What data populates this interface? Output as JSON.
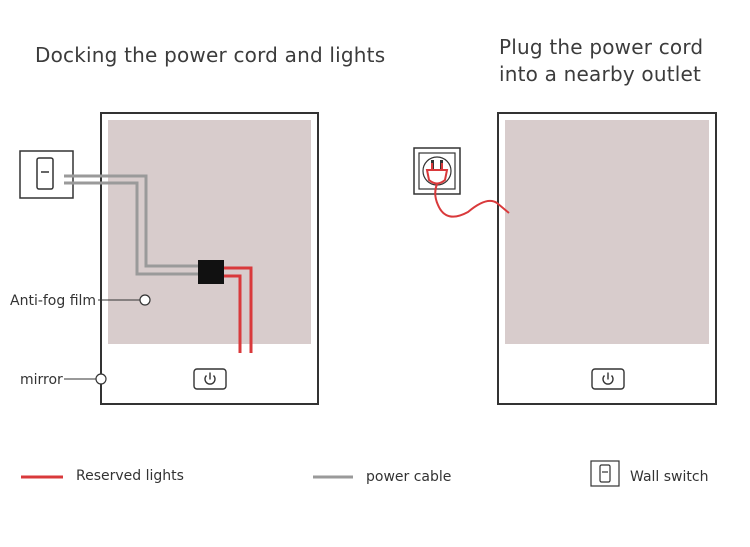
{
  "panels": {
    "left": {
      "title": "Docking the power cord and lights"
    },
    "right": {
      "title_line1": "Plug the power cord",
      "title_line2": "into a nearby outlet"
    }
  },
  "labels": {
    "anti_fog_film": "Anti-fog film",
    "mirror": "mirror"
  },
  "legend": {
    "reserved_lights": "Reserved lights",
    "power_cable": "power cable",
    "wall_switch": "Wall switch"
  },
  "colors": {
    "reserved_lights": "#d9393b",
    "power_cable": "#9a9a9a",
    "film": "#d8cccc",
    "frame": "#333333"
  },
  "icons": {
    "power_button": "power-icon",
    "wall_switch": "wall-switch-icon",
    "outlet": "power-outlet-icon"
  }
}
